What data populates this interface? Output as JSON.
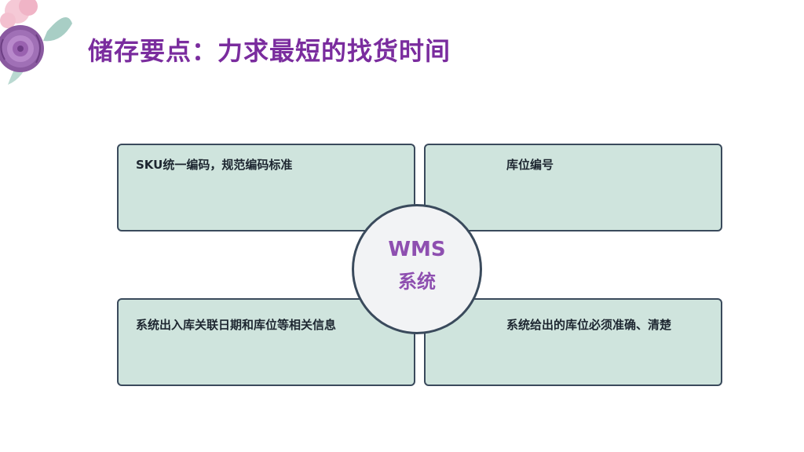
{
  "slide": {
    "title": "储存要点：力求最短的找货时间"
  },
  "diagram": {
    "center": {
      "line1": "WMS",
      "line2": "系统"
    },
    "boxes": {
      "top_left": "SKU统一编码，规范编码标准",
      "top_right": "库位编号",
      "bottom_left": "系统出入库关联日期和库位等相关信息",
      "bottom_right": "系统给出的库位必须准确、清楚"
    }
  },
  "colors": {
    "title": "#7a2c9e",
    "box_fill": "#cfe4dd",
    "box_border": "#3a4a5c",
    "center_text": "#8e4fb0",
    "center_fill": "#f2f3f5"
  },
  "decoration": {
    "icon": "flower-icon"
  }
}
